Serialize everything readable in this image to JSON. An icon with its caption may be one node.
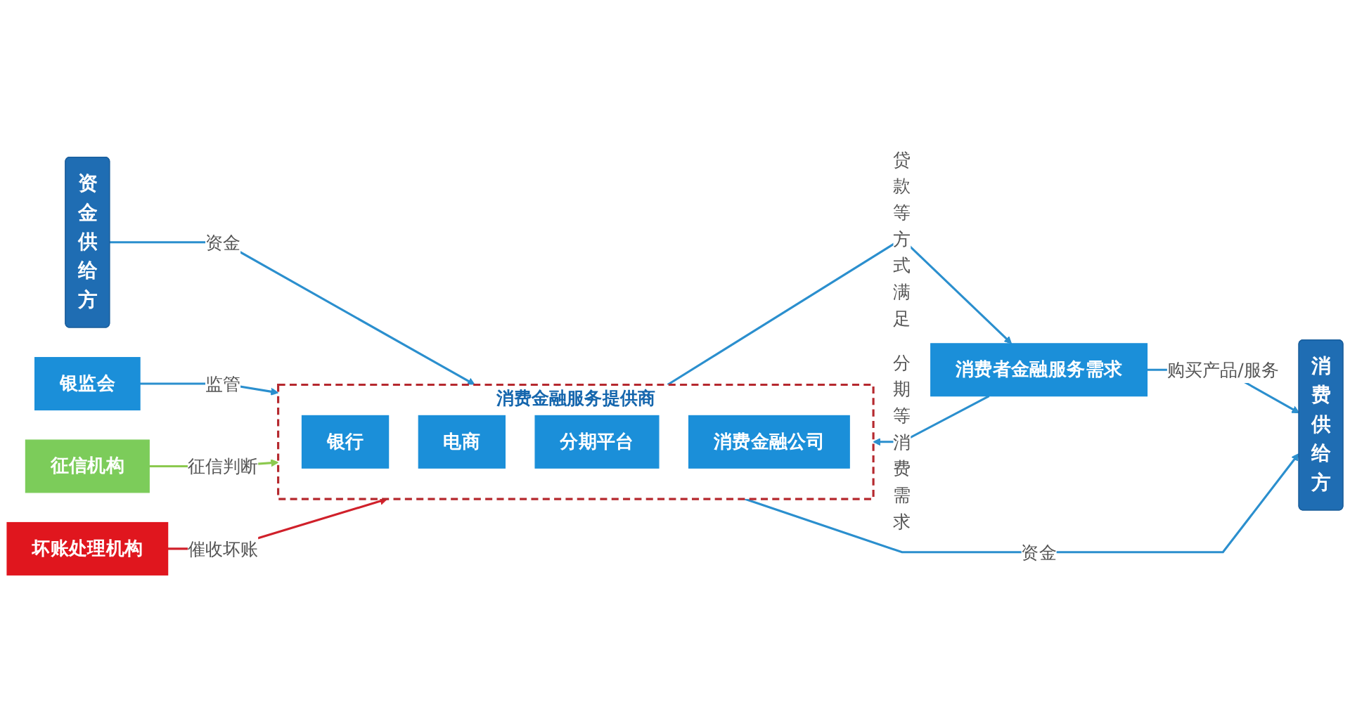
{
  "diagram": {
    "nodes": [
      {
        "text": [
          "资金供给方"
        ]
      },
      {
        "text": [
          "消费金融服务提供商"
        ]
      },
      {
        "text": [
          "银行"
        ],
        "in": 1
      },
      {
        "text": [
          "电商"
        ],
        "in": 1
      },
      {
        "text": [
          "分期平台"
        ],
        "in": 1
      },
      {
        "text": [
          "消费金融公司"
        ],
        "in": 1
      },
      {
        "text": [
          "消费供给方"
        ]
      },
      {
        "text": [
          "银监会"
        ]
      },
      {
        "text": [
          "征信机构"
        ]
      },
      {
        "text": [
          "坏账处理机构"
        ]
      },
      {
        "text": [
          "消费者金融服务需求"
        ]
      }
    ],
    "edges": [
      {
        "from": 0,
        "to": 1,
        "arrow": "to",
        "label": "资金"
      },
      {
        "from": 1,
        "to": 6,
        "arrow": "to",
        "label": "资金"
      },
      {
        "from": 7,
        "to": 1,
        "arrow": "to",
        "label": "监管"
      },
      {
        "from": 8,
        "to": 1,
        "arrow": "to",
        "label": "征信判断",
        "color": "#8cc94f"
      },
      {
        "from": 9,
        "to": 1,
        "arrow": "to",
        "label": "催收坏账",
        "color": "#d0202a"
      },
      {
        "from": 1,
        "to": 10,
        "arrow": "to",
        "label": "贷款等方式满足"
      },
      {
        "from": 10,
        "to": 1,
        "arrow": "to",
        "label": "分期等消费需求"
      },
      {
        "from": 10,
        "to": 6,
        "arrow": "to",
        "label": "购买产品/服务"
      }
    ]
  }
}
